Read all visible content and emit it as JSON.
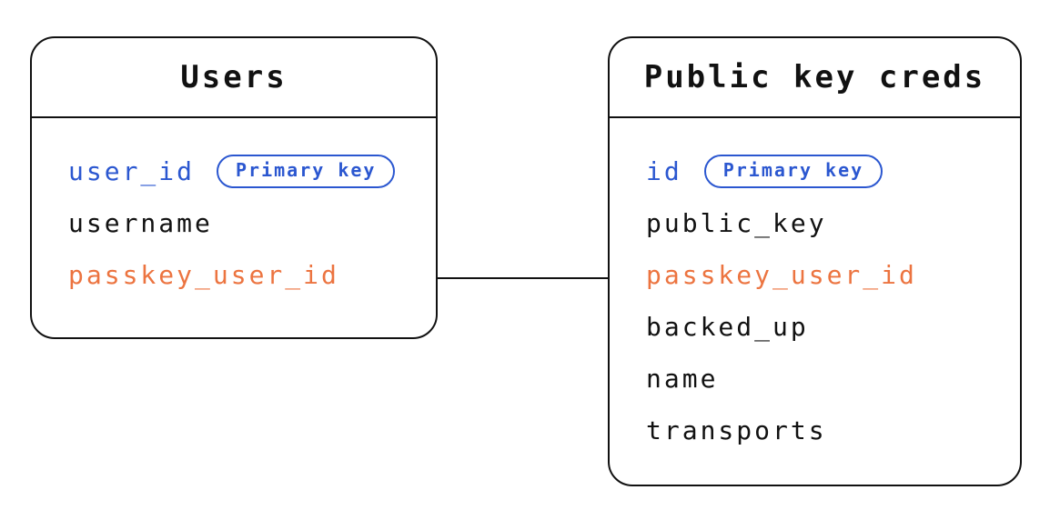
{
  "tables": [
    {
      "title": "Users",
      "fields": [
        {
          "name": "user_id",
          "color": "blue",
          "badge": "Primary key"
        },
        {
          "name": "username",
          "color": "default"
        },
        {
          "name": "passkey_user_id",
          "color": "orange"
        }
      ]
    },
    {
      "title": "Public key creds",
      "fields": [
        {
          "name": "id",
          "color": "blue",
          "badge": "Primary key"
        },
        {
          "name": "public_key",
          "color": "default"
        },
        {
          "name": "passkey_user_id",
          "color": "orange"
        },
        {
          "name": "backed_up",
          "color": "default"
        },
        {
          "name": "name",
          "color": "default"
        },
        {
          "name": "transports",
          "color": "default"
        }
      ]
    }
  ],
  "relation": {
    "type": "line",
    "connects": [
      "Users.passkey_user_id",
      "Public key creds.passkey_user_id"
    ]
  },
  "colors": {
    "accent_blue": "#2b57d0",
    "accent_orange": "#ec7440",
    "ink": "#111111",
    "background": "#ffffff"
  }
}
